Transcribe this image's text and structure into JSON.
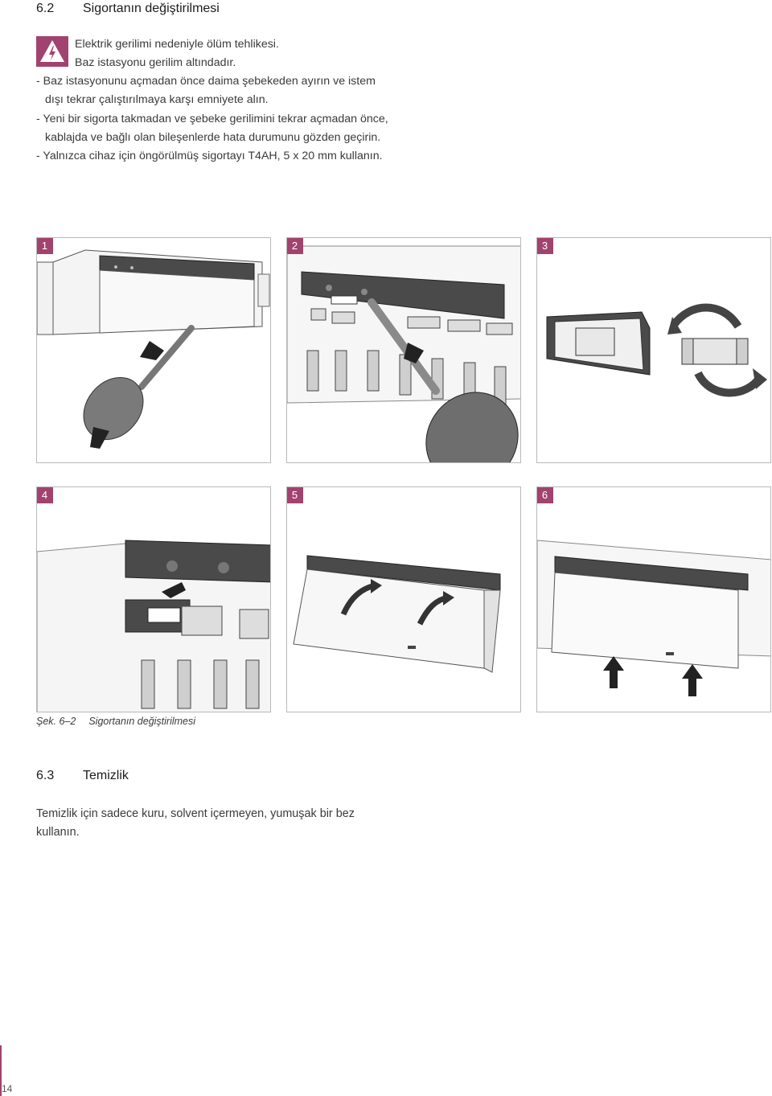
{
  "section_62": {
    "number": "6.2",
    "title": "Sigortanın değiştirilmesi"
  },
  "warning": {
    "icon": "electric-hazard-icon",
    "lines": [
      "Elektrik gerilimi nedeniyle ölüm tehlikesi.",
      "Baz istasyonu gerilim altındadır."
    ],
    "bullets": [
      "- Baz istasyonunu açmadan önce daima şebekeden ayırın ve istem",
      "dışı tekrar çalıştırılmaya karşı emniyete alın.",
      "- Yeni bir sigorta takmadan ve şebeke gerilimini tekrar açmadan önce,",
      "kablajda ve bağlı olan bileşenlerde hata durumunu gözden geçirin.",
      "- Yalnızca cihaz için öngörülmüş sigortayı T4AH, 5 x 20 mm kullanın."
    ]
  },
  "figure": {
    "steps": [
      "1",
      "2",
      "3",
      "4",
      "5",
      "6"
    ],
    "caption_label": "Şek. 6–2",
    "caption_text": "Sigortanın değiştirilmesi"
  },
  "section_63": {
    "number": "6.3",
    "title": "Temizlik"
  },
  "cleaning_text": "Temizlik için sadece kuru, solvent içermeyen, yumuşak bir bez kullanın.",
  "page_number": "14",
  "colors": {
    "accent": "#a2426e",
    "dark_cover": "#4a4a4a",
    "line": "#333333"
  }
}
